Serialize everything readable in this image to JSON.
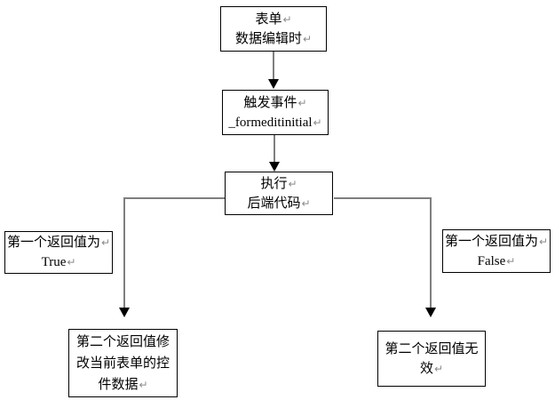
{
  "diagram": {
    "return_mark": "↵",
    "colors": {
      "connector": "#7f7f7f",
      "arrowhead": "#000000",
      "box_border": "#000000",
      "text": "#000000",
      "return_mark": "#8a8a8a"
    },
    "nodes": {
      "form": {
        "lines": [
          "表单",
          "数据编辑时"
        ]
      },
      "trigger": {
        "lines": [
          "触发事件",
          "_formeditinitial"
        ]
      },
      "execute": {
        "lines": [
          "执行",
          "后端代码"
        ]
      },
      "true_label": {
        "lines": [
          "第一个返回值为",
          "True"
        ]
      },
      "false_label": {
        "lines": [
          "第一个返回值为",
          "False"
        ]
      },
      "modify": {
        "lines": [
          "第二个返回值修",
          "改当前表单的控",
          "件数据"
        ]
      },
      "invalid": {
        "lines": [
          "第二个返回值无",
          "效"
        ]
      }
    }
  }
}
